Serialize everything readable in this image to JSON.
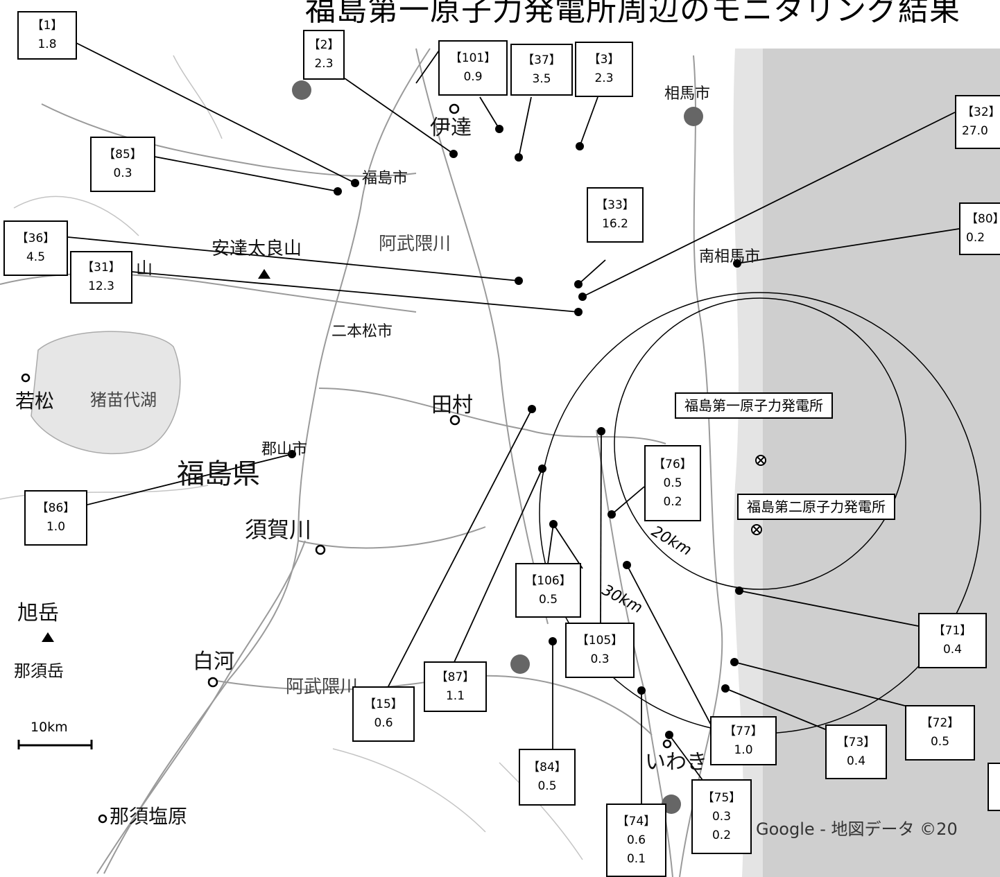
{
  "title": "福島第一原子力発電所周辺のモニタリング結果",
  "places": [
    {
      "id": "soma",
      "text": "相馬市"
    },
    {
      "id": "date",
      "text": "伊達"
    },
    {
      "id": "fukushima-city",
      "text": "福島市"
    },
    {
      "id": "abukuma-1",
      "text": "阿武隈川"
    },
    {
      "id": "adatara",
      "text": "安達太良山"
    },
    {
      "id": "yama",
      "text": "山"
    },
    {
      "id": "minamisoma",
      "text": "南相馬市"
    },
    {
      "id": "nihonmatsu",
      "text": "二本松市"
    },
    {
      "id": "wakamatsu",
      "text": "若松"
    },
    {
      "id": "inawashiro",
      "text": "猪苗代湖"
    },
    {
      "id": "tamura",
      "text": "田村"
    },
    {
      "id": "koriyama",
      "text": "郡山市"
    },
    {
      "id": "fukushima-ken",
      "text": "福島県"
    },
    {
      "id": "sukagawa",
      "text": "須賀川"
    },
    {
      "id": "asahidake",
      "text": "旭岳"
    },
    {
      "id": "nasudake",
      "text": "那須岳"
    },
    {
      "id": "shirakawa",
      "text": "白河"
    },
    {
      "id": "abukuma-2",
      "text": "阿武隈川"
    },
    {
      "id": "iwaki",
      "text": "いわき"
    },
    {
      "id": "nasushiobara",
      "text": "那須塩原"
    }
  ],
  "plants": [
    {
      "id": "daiichi",
      "name": "福島第一原子力発電所"
    },
    {
      "id": "daini",
      "name": "福島第二原子力発電所"
    }
  ],
  "rings": [
    {
      "id": "r20",
      "label": "20km"
    },
    {
      "id": "r30",
      "label": "30km"
    }
  ],
  "scale_label": "10km",
  "credit": "Google - 地図データ ©20",
  "sites": [
    {
      "id": "1",
      "values": [
        "1.8"
      ]
    },
    {
      "id": "2",
      "values": [
        "2.3"
      ]
    },
    {
      "id": "101",
      "values": [
        "0.9"
      ]
    },
    {
      "id": "37",
      "values": [
        "3.5"
      ]
    },
    {
      "id": "3",
      "values": [
        "2.3"
      ]
    },
    {
      "id": "32",
      "values": [
        "27.0"
      ]
    },
    {
      "id": "85",
      "values": [
        "0.3"
      ]
    },
    {
      "id": "33",
      "values": [
        "16.2"
      ]
    },
    {
      "id": "80",
      "values": [
        "0.2"
      ]
    },
    {
      "id": "36",
      "values": [
        "4.5"
      ]
    },
    {
      "id": "31",
      "values": [
        "12.3"
      ]
    },
    {
      "id": "76",
      "values": [
        "0.5",
        "0.2"
      ]
    },
    {
      "id": "86",
      "values": [
        "1.0"
      ]
    },
    {
      "id": "106",
      "values": [
        "0.5"
      ]
    },
    {
      "id": "71",
      "values": [
        "0.4"
      ]
    },
    {
      "id": "105",
      "values": [
        "0.3"
      ]
    },
    {
      "id": "87",
      "values": [
        "1.1"
      ]
    },
    {
      "id": "15",
      "values": [
        "0.6"
      ]
    },
    {
      "id": "72",
      "values": [
        "0.5"
      ]
    },
    {
      "id": "77",
      "values": [
        "1.0"
      ]
    },
    {
      "id": "73",
      "values": [
        "0.4"
      ]
    },
    {
      "id": "84",
      "values": [
        "0.5"
      ]
    },
    {
      "id": "75",
      "values": [
        "0.3",
        "0.2"
      ]
    },
    {
      "id": "74",
      "values": [
        "0.6",
        "0.1"
      ]
    }
  ]
}
